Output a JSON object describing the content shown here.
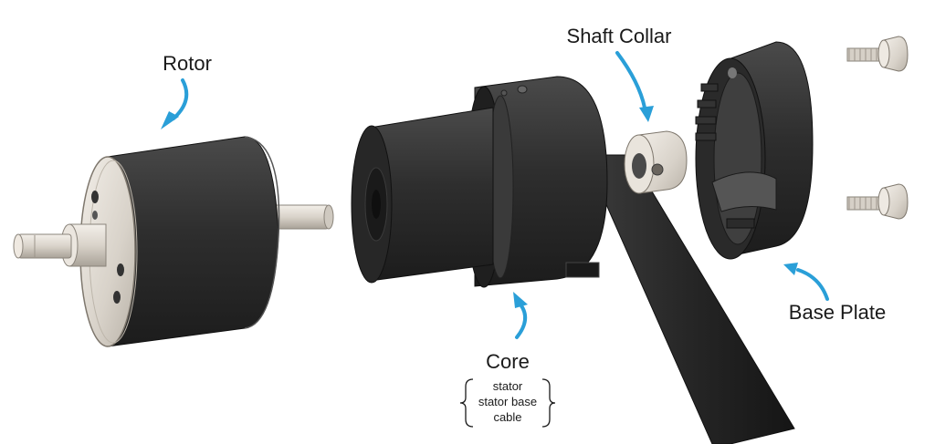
{
  "labels": {
    "rotor": "Rotor",
    "core": "Core",
    "shaft_collar": "Shaft Collar",
    "base_plate": "Base Plate",
    "core_parts": [
      "stator",
      "stator base",
      "cable"
    ]
  },
  "colors": {
    "arrow": "#2a9fd8",
    "body_dark": "#2b2b2b",
    "body_mid": "#3a3a3a",
    "metal_light": "#e8e3dc",
    "metal_mid": "#c9c3ba"
  }
}
